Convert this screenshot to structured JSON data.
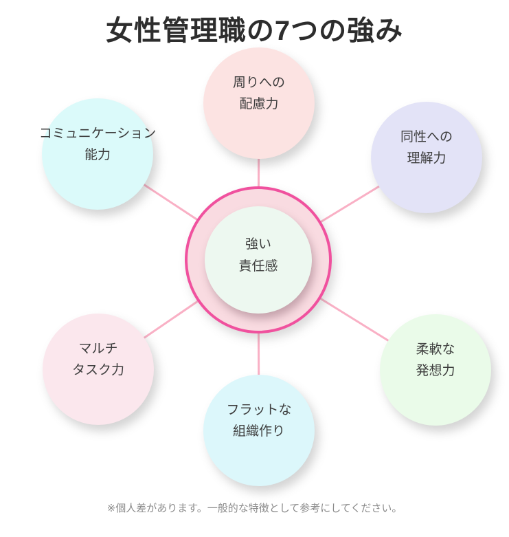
{
  "title": "女性管理職の7つの強み",
  "footer": "※個人差があります。一般的な特徴として参考にしてください。",
  "center": {
    "line1": "強い",
    "line2": "責任感",
    "ring_border": "#f0519e",
    "ring_fill": "#f9dbe1",
    "fill": "#edf8f0"
  },
  "satellites": [
    {
      "id": "top",
      "line1": "周りへの",
      "line2": "配慮力",
      "color": "#fce3e2"
    },
    {
      "id": "top-left",
      "line1": "コミュニケーション",
      "line2": "能力",
      "color": "#dbfafa"
    },
    {
      "id": "top-right",
      "line1": "同性への",
      "line2": "理解力",
      "color": "#e3e3f7"
    },
    {
      "id": "bottom-left",
      "line1": "マルチ",
      "line2": "タスク力",
      "color": "#fbe7ed"
    },
    {
      "id": "bottom-right",
      "line1": "柔軟な",
      "line2": "発想力",
      "color": "#eafbe9"
    },
    {
      "id": "bottom",
      "line1": "フラットな",
      "line2": "組織作り",
      "color": "#dcf7fb"
    }
  ],
  "colors": {
    "connector": "#f9b0c5",
    "title_text": "#2d2d2d",
    "label_text": "#3d3d3d",
    "footer_text": "#8b8b8b",
    "background": "#ffffff"
  }
}
